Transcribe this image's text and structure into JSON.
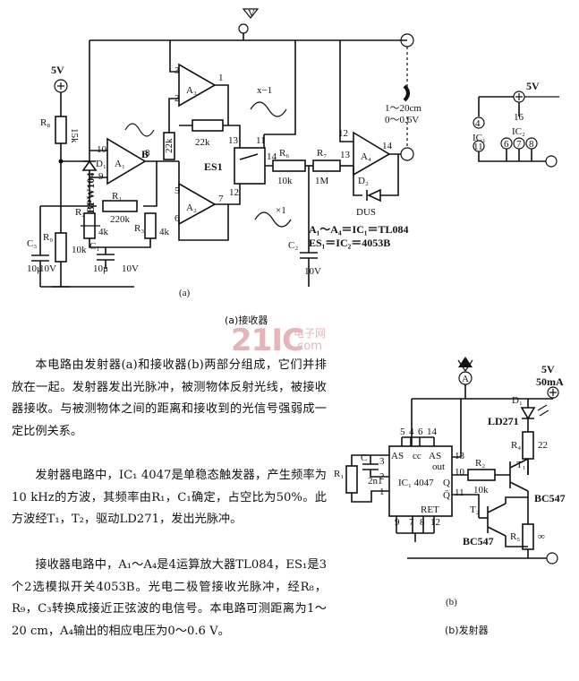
{
  "receiver": {
    "sub_label": "(a)",
    "caption": "(a)接收器",
    "supply": "5V",
    "labels": {
      "r8": "R₈",
      "r8_val": "15k",
      "d1": "D₁",
      "d1_type": "BPW104",
      "r9": "R₉",
      "r9_val": "10k",
      "c3": "C₃",
      "c3_val": "10μ",
      "c3_v": "10V",
      "pin10": "10",
      "pin9": "9",
      "pin8": "8",
      "a1": "A₁",
      "node_b": "B",
      "r1": "R₁",
      "r1_val": "220k",
      "r2": "R₂",
      "r2_val": "4k",
      "r3": "R₃",
      "r3_val": "4k",
      "c1": "C₁",
      "c1_val": "10μ",
      "c1_v": "10V",
      "r22k_a": "22k",
      "r22k_b": "22k",
      "a3": "A₃",
      "p3": "3",
      "p2": "2",
      "p1": "1",
      "a2": "A₂",
      "p5": "5",
      "p6": "6",
      "p7": "7",
      "x_neg1": "x−1",
      "x_pos1": "×1",
      "es1": "ES1",
      "p13": "13",
      "p11": "11",
      "p12": "12",
      "p14": "14",
      "r6": "R₆",
      "r6_val": "10k",
      "r7": "R₇",
      "r7_val": "1M",
      "a4": "A₄",
      "a4_p12": "12",
      "a4_p13": "13",
      "a4_p14": "14",
      "d2": "D₂",
      "d2_type": "DUS",
      "c2": "C₂",
      "c2_v": "10V",
      "range": "1～20cm",
      "volts": "0～0.6V",
      "ic_note1": "A₁～A₄＝IC₁＝TL084",
      "ic_note2": "ES₁＝IC₂＝4053B",
      "v_marker": "V"
    },
    "ic2": {
      "supply": "5V",
      "pin4": "4",
      "pin16": "16",
      "ic1": "IC₁",
      "ic2": "IC₂",
      "pin11": "11",
      "pin6": "6",
      "pin7": "7",
      "pin8": "8"
    }
  },
  "transmitter": {
    "sub_label": "(b)",
    "caption": "(b)发射器",
    "supply": "5V",
    "current": "50mA",
    "labels": {
      "marker_a": "A",
      "d1": "D₁",
      "ld": "LD271",
      "r4": "R₄",
      "r4_val": "22",
      "r1": "R₁",
      "c": "C",
      "c_val": "2n1",
      "ic": "IC₁ 4047",
      "p5": "5",
      "p4": "4",
      "p6": "6",
      "p14": "14",
      "as_bar": "AS",
      "cc": "cc",
      "as2": "AS",
      "out_bar": "out",
      "p13": "13",
      "p10": "10",
      "p11": "11",
      "q": "Q",
      "q_bar": "Q̄",
      "p3": "3",
      "p2": "2",
      "p1": "1",
      "p9": "9",
      "p7": "7",
      "p8": "8",
      "p12": "12",
      "ret": "RET",
      "r2": "R₂",
      "r2_val": "10k",
      "t1": "T₁",
      "t1_type": "BC547",
      "t2": "T₂",
      "t2_type": "BC547",
      "r5": "R₅",
      "r5_val": "∞"
    }
  },
  "watermark": {
    "brand": "21IC",
    "cn": "电子网",
    "domain": ".com"
  },
  "text": {
    "p1": "本电路由发射器(a)和接收器(b)两部分组成，它们并排放在一起。发射器发出光脉冲，被测物体反射光线，被接收器接收。与被测物体之间的距离和接收到的光信号强弱成一定比例关系。",
    "p2": "发射器电路中，IC₁ 4047是单稳态触发器，产生频率为10 kHz的方波，其频率由R₁，C₁确定，占空比为50%。此方波经T₁，T₂，驱动LD271，发出光脉冲。",
    "p3": "接收器电路中，A₁～A₄是4运算放大器TL084，ES₁是3个2选模拟开关4053B。光电二极管接收光脉冲，经R₈，R₉，C₃转换成接近正弦波的电信号。本电路可测距离为1～20 cm，A₄输出的相应电压为0～0.6 V。"
  }
}
